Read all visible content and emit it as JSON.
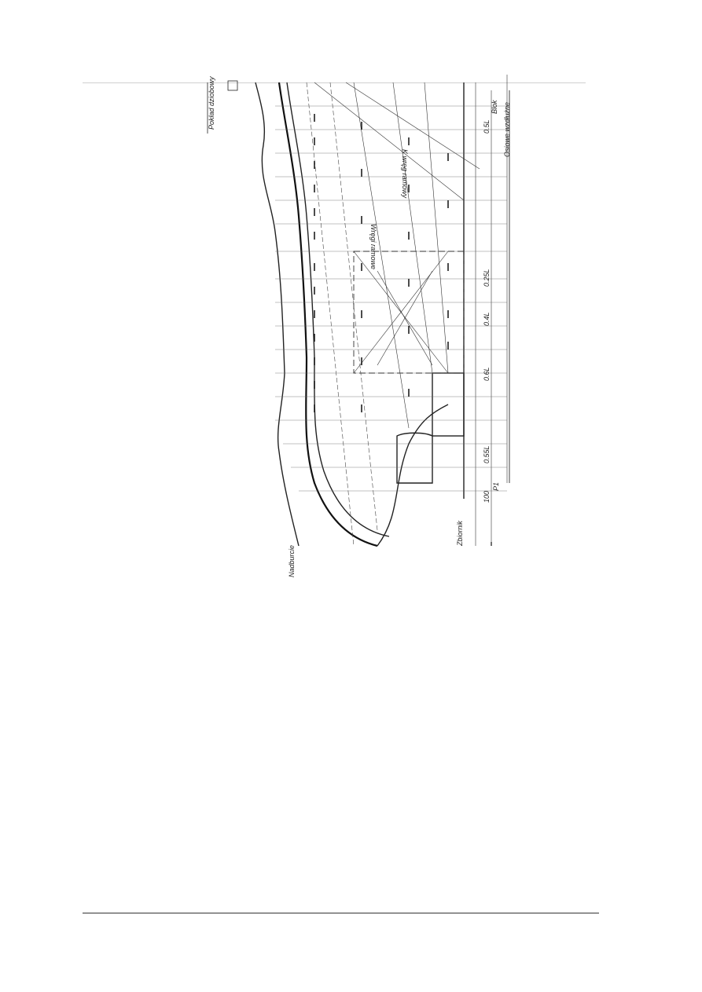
{
  "drawing": {
    "labels": {
      "top_left_box": "Pokład dziobowy",
      "right_top_1": "Blok",
      "right_top_2": "Osiowe wzdłużne",
      "bottom_left": "Nadburcie",
      "bottom_mid": "Zbiornik",
      "center_1": "Wręgi ramowe",
      "center_2": "K wręg ramowy",
      "frame_val_1": "0.5L",
      "frame_val_2": "0.25L",
      "frame_val_3": "0.4L",
      "frame_val_4": "0.6L",
      "frame_val_5": "0.55L",
      "frame_val_6": "100",
      "frame_val_7": "P1"
    }
  }
}
